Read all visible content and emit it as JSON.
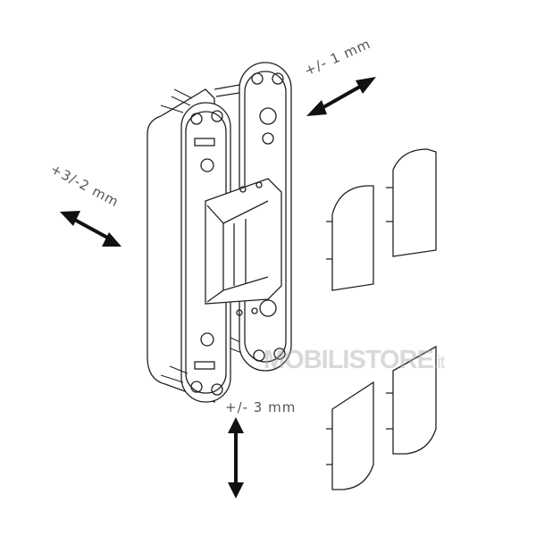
{
  "labels": {
    "lateral_adjustment": "+/- 1 mm",
    "depth_adjustment": "+3/-2 mm",
    "height_adjustment": "+/- 3 mm"
  },
  "watermark": {
    "brand": "MOBILISTORE",
    "suffix": ".it"
  },
  "colors": {
    "line": "#222222",
    "arrow": "#111111",
    "watermark": "#aaaaaa"
  }
}
